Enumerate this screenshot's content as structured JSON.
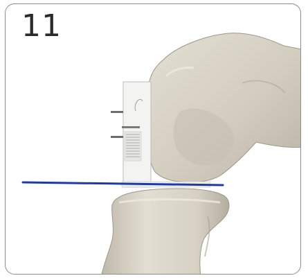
{
  "step": {
    "number": "11"
  },
  "colors": {
    "bone_fill": "#d8d3c6",
    "bone_shadow": "#a8a293",
    "bone_highlight": "#ece8dd",
    "guide_block": "#f3f3f1",
    "guide_outline": "#bdbdbd",
    "cut_line": "#1f3aa8",
    "frame_border": "#8c8c8c"
  },
  "icons": {
    "femur": "femur-bone-illustration",
    "tibia": "tibia-bone-illustration",
    "cutting_guide": "cutting-guide-illustration",
    "resection_line": "resection-plane-line"
  }
}
